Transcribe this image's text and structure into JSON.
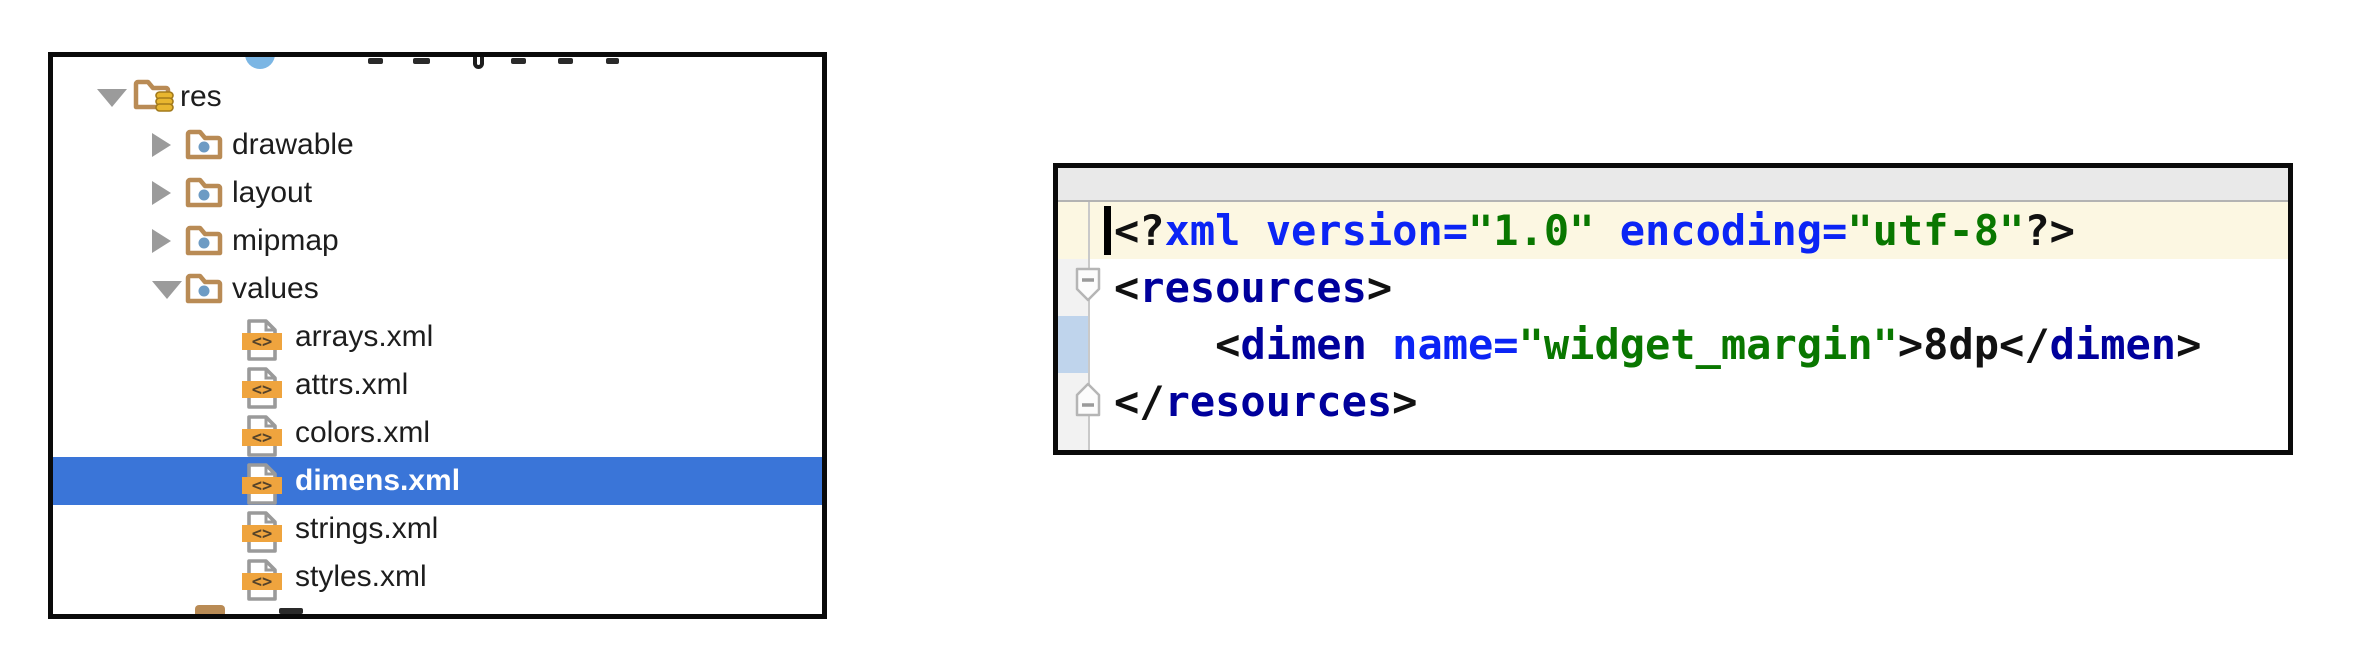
{
  "window": {
    "description": "Android Studio project tree with dimens.xml selected and XML editor"
  },
  "colors": {
    "tree_selection": "#3a75d8",
    "tree_text": "#1d1d1d",
    "tree_selected_text": "#ffffff",
    "folder": "#b98b55",
    "folder_dot": "#6d9bc4",
    "res_stack_gold": "#e8b62f",
    "res_stack_edge": "#a27a1c",
    "xml_band_orange": "#efa43e",
    "xml_glyph_color": "#55432a",
    "file_outline": "#9a9a9a",
    "arrow_gray": "#9b9b9b",
    "editor_line_highlight": "#fcf7e2",
    "editor_gutter": "#f2f2f2",
    "editor_gutter_line": "#c9c9c9",
    "editor_change_strip": "#bfd4ec",
    "editor_top_bar": "#e9e9e9",
    "code_tag": "#00009c",
    "code_attr_name": "#0b24f5",
    "code_attr_value": "#097700",
    "code_plain": "#111111"
  },
  "icons": {
    "xml_file_glyph": "<>"
  },
  "project_tree": {
    "truncated_top_row": {
      "icon": "blue-circle-file-icon"
    },
    "truncated_bottom_row": {
      "icon": "folder-icon"
    },
    "items": [
      {
        "label": "res",
        "depth": 0,
        "icon": "res-folder-icon",
        "expander": "expanded",
        "selected": false
      },
      {
        "label": "drawable",
        "depth": 1,
        "icon": "resource-folder-icon",
        "expander": "collapsed",
        "selected": false
      },
      {
        "label": "layout",
        "depth": 1,
        "icon": "resource-folder-icon",
        "expander": "collapsed",
        "selected": false
      },
      {
        "label": "mipmap",
        "depth": 1,
        "icon": "resource-folder-icon",
        "expander": "collapsed",
        "selected": false
      },
      {
        "label": "values",
        "depth": 1,
        "icon": "resource-folder-icon",
        "expander": "expanded",
        "selected": false
      },
      {
        "label": "arrays.xml",
        "depth": 2,
        "icon": "xml-file-icon",
        "expander": "none",
        "selected": false
      },
      {
        "label": "attrs.xml",
        "depth": 2,
        "icon": "xml-file-icon",
        "expander": "none",
        "selected": false
      },
      {
        "label": "colors.xml",
        "depth": 2,
        "icon": "xml-file-icon",
        "expander": "none",
        "selected": false
      },
      {
        "label": "dimens.xml",
        "depth": 2,
        "icon": "xml-file-icon",
        "expander": "none",
        "selected": true
      },
      {
        "label": "strings.xml",
        "depth": 2,
        "icon": "xml-file-icon",
        "expander": "none",
        "selected": false
      },
      {
        "label": "styles.xml",
        "depth": 2,
        "icon": "xml-file-icon",
        "expander": "none",
        "selected": false
      }
    ]
  },
  "editor": {
    "lines": [
      {
        "highlight": true,
        "caret": true,
        "fold": "none",
        "changed": false,
        "segments": [
          {
            "text": "<?",
            "style": "plain"
          },
          {
            "text": "xml version=",
            "style": "attr_name"
          },
          {
            "text": "\"1.0\"",
            "style": "attr_value"
          },
          {
            "text": " encoding=",
            "style": "attr_name"
          },
          {
            "text": "\"utf-8\"",
            "style": "attr_value"
          },
          {
            "text": "?>",
            "style": "plain"
          }
        ]
      },
      {
        "highlight": false,
        "caret": false,
        "fold": "start",
        "changed": false,
        "segments": [
          {
            "text": "<",
            "style": "plain"
          },
          {
            "text": "resources",
            "style": "tag"
          },
          {
            "text": ">",
            "style": "plain"
          }
        ]
      },
      {
        "highlight": false,
        "caret": false,
        "fold": "none",
        "changed": true,
        "segments": [
          {
            "text": "    <",
            "style": "plain"
          },
          {
            "text": "dimen",
            "style": "tag"
          },
          {
            "text": " name=",
            "style": "attr_name"
          },
          {
            "text": "\"widget_margin\"",
            "style": "attr_value"
          },
          {
            "text": ">8dp",
            "style": "plain"
          },
          {
            "text": "</",
            "style": "plain"
          },
          {
            "text": "dimen",
            "style": "tag"
          },
          {
            "text": ">",
            "style": "plain"
          }
        ]
      },
      {
        "highlight": false,
        "caret": false,
        "fold": "end",
        "changed": false,
        "segments": [
          {
            "text": "</",
            "style": "plain"
          },
          {
            "text": "resources",
            "style": "tag"
          },
          {
            "text": ">",
            "style": "plain"
          }
        ]
      }
    ]
  }
}
